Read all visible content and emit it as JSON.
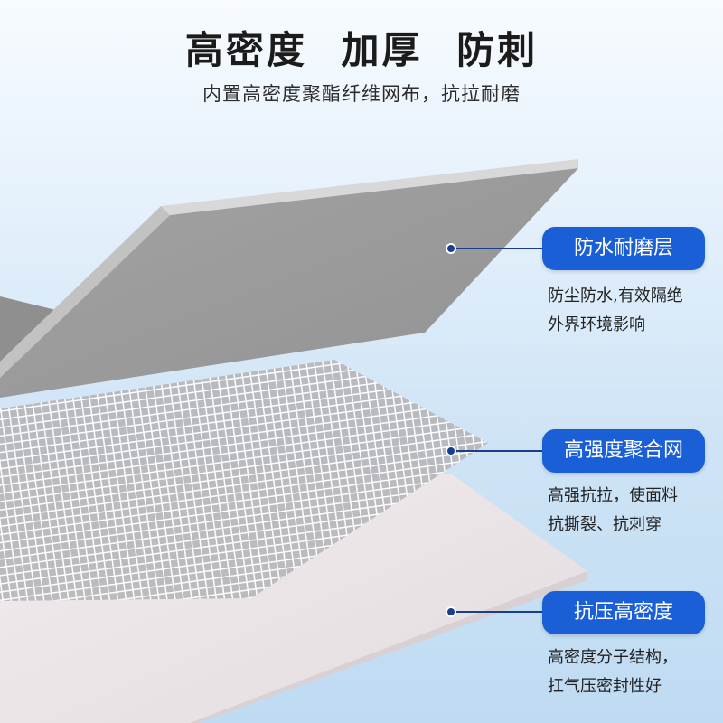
{
  "header": {
    "headline": "高密度  加厚  防刺",
    "subline": "内置高密度聚酯纤维网布，抗拉耐磨"
  },
  "layers": [
    {
      "label": "防水耐磨层",
      "desc_lines": [
        "防尘防水,有效隔绝",
        "外界环境影响"
      ]
    },
    {
      "label": "高强度聚合网",
      "desc_lines": [
        "高强抗拉，使面料",
        "抗撕裂、抗刺穿"
      ]
    },
    {
      "label": "抗压高密度",
      "desc_lines": [
        "高密度分子结构，",
        "扛气压密封性好"
      ]
    }
  ],
  "colors": {
    "pill": "#1a5fd6",
    "connector": "#1a3f8a",
    "top_layer": "#9c9c9c",
    "mesh_line": "#ffffff",
    "bottom_layer": "#ece6e7"
  }
}
